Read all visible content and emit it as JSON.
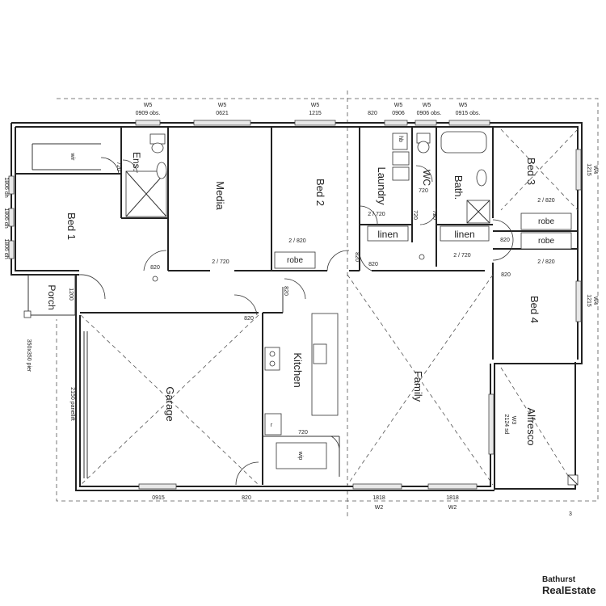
{
  "rooms": {
    "wir": "wir",
    "ens": "Ens.",
    "bed1": "Bed 1",
    "media": "Media",
    "bed2": "Bed 2",
    "laundry": "Laundry",
    "wc": "WC",
    "bath": "Bath.",
    "bed3": "Bed 3",
    "bed4": "Bed 4",
    "porch": "Porch",
    "garage": "Garage",
    "kitchen": "Kitchen",
    "family": "Family",
    "alfresco": "Alfresco",
    "wip": "wip",
    "linen_left": "linen",
    "linen_right": "linen",
    "robe_bed2": "robe",
    "robe_bed3": "robe",
    "robe_bed4": "robe"
  },
  "fixtures": {
    "hb": "hb",
    "fridge": "r"
  },
  "windows_top": [
    {
      "code": "W5",
      "size": "0909 obs."
    },
    {
      "code": "W5",
      "size": "0621"
    },
    {
      "code": "W5",
      "size": "1215"
    },
    {
      "code": "",
      "size": "820"
    },
    {
      "code": "W5",
      "size": "0906"
    },
    {
      "code": "W5",
      "size": "0906 obs."
    },
    {
      "code": "W5",
      "size": "0915 obs."
    }
  ],
  "windows_bottom": [
    {
      "size": "0915",
      "code": ""
    },
    {
      "size": "820",
      "code": ""
    },
    {
      "size": "1818",
      "code": "W2"
    },
    {
      "size": "1818",
      "code": "W2"
    }
  ],
  "windows_left": [
    "1806 dh",
    "1806 dh",
    "1806 dh"
  ],
  "windows_right": [
    {
      "code": "W4",
      "size": "1215"
    },
    {
      "code": "W4",
      "size": "1215"
    }
  ],
  "dimensions": {
    "d720_ens": "720",
    "d720_laundry_wc": "720",
    "d720_wc": "720",
    "d720_bath": "720",
    "d2720_laundry": "2 / 720",
    "d2820_bed2": "2 / 820",
    "d820_bed1": "820",
    "d2720_media": "2 / 720",
    "d820_hall": "820",
    "d820_hall2": "820",
    "d820_bed3": "820",
    "d2820_bed3": "2 / 820",
    "d2820_bed4": "2 / 820",
    "d2720_bath": "2 / 720",
    "d820_bed4": "820",
    "d820_kitchen": "820",
    "d820_garage_door": "820",
    "d720_wip": "720",
    "d1200_porch": "1200",
    "pier": "350x350 pier",
    "panellift": "2150 panellift",
    "w3_code": "W3",
    "w3_size": "2124 sd",
    "corner_mark": "3"
  },
  "brand": {
    "line1": "Bathurst",
    "line2": "RealEstate"
  }
}
